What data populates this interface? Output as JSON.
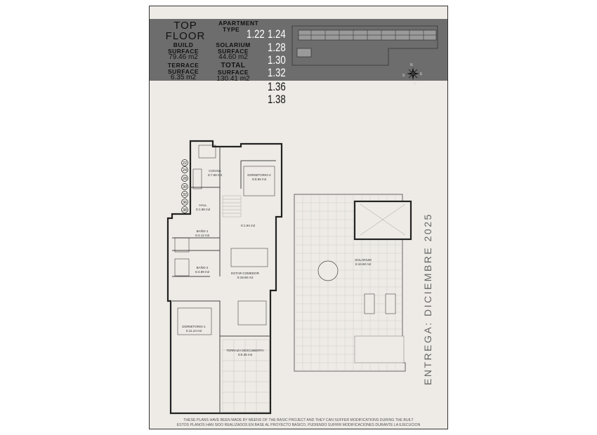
{
  "header": {
    "floor_title_1": "TOP",
    "floor_title_2": "FLOOR",
    "apartment_type_label_1": "APARTMENT",
    "apartment_type_label_2": "TYPE",
    "build_surface_label_1": "BUILD",
    "build_surface_label_2": "SURFACE",
    "build_surface_value": "79.46 m2",
    "solarium_surface_label_1": "SOLARIUM",
    "solarium_surface_label_2": "SURFACE",
    "solarium_surface_value": "44.60 m2",
    "terrace_surface_label_1": "TERRACE",
    "terrace_surface_label_2": "SURFACE",
    "terrace_surface_value": "6.35 m2",
    "total_surface_label_1": "TOTAL",
    "total_surface_label_2": "SURFACE",
    "total_surface_value": "130.41 m2",
    "apartment_numbers": [
      "1.22",
      "1.24",
      "1.28",
      "1.30",
      "1.32",
      "1.36",
      "1.38"
    ],
    "compass": {
      "n": "N",
      "e": "E",
      "s": "S",
      "w": "W"
    }
  },
  "plan": {
    "unit_markers": [
      "22",
      "24",
      "28",
      "30",
      "32",
      "36",
      "38"
    ],
    "rooms": {
      "cocina": {
        "name": "COCINA",
        "area": "S:7.68 m2"
      },
      "dormitorio2": {
        "name": "DORMITORIO-2",
        "area": "S:8.65 m2"
      },
      "hall": {
        "name": "HALL",
        "area": "S:1.88 m2"
      },
      "escalera": {
        "name": "",
        "area": "S:1.94 m2"
      },
      "bano1": {
        "name": "BAÑO-1",
        "area": "S:4.12 m2"
      },
      "bano2": {
        "name": "BAÑO-2",
        "area": "S:4.89 m2"
      },
      "estar": {
        "name": "ESTAR-COMEDOR",
        "area": "S:18.66 m2"
      },
      "dormitorio1": {
        "name": "DORMITORIO-1",
        "area": "S:11.24 m2"
      },
      "terraza": {
        "name": "TERRAZA DESCUBIERTA",
        "area": "S:6.35 m2"
      },
      "solarium": {
        "name": "SOLARIUM",
        "area": "S:44.60 m2"
      }
    }
  },
  "delivery": "ENTREGA: DICIEMBRE 2025",
  "footer": {
    "line_en": "THESE PLANS HAVE BEEN MADE BY MEENS OF THE BASIC PROJECT AND THEY CAN SUFFER MODIFICATIONS DURING THE BUILT",
    "line_es": "ESTOS PLANOS HAN SIDO REALIZADOS EN BASE AL PROYECTO BASICO, PUDIENDO SUFRIR MODIFICACIONES DURANTE LA EJECUCION"
  },
  "colors": {
    "band": "#6d6d6d",
    "paper": "#eeebe6"
  }
}
